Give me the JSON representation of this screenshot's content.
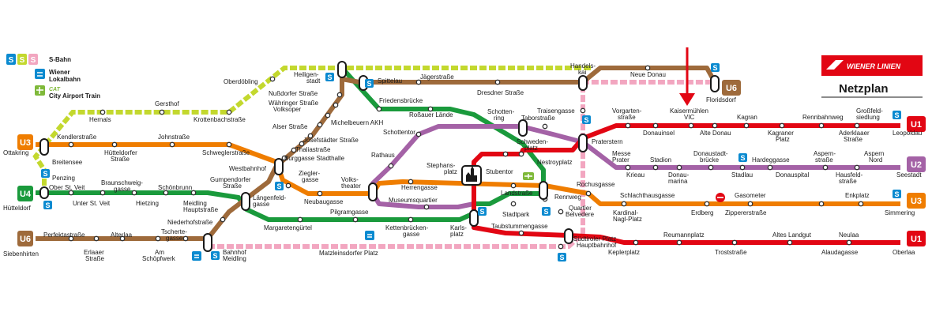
{
  "colors": {
    "u1": "#e20613",
    "u2": "#a462a6",
    "u3": "#ef7d00",
    "u4": "#1a9a3c",
    "u6": "#9e6a3b",
    "s45": "#c3d82e",
    "airport": "#f2a6c0",
    "sbahn": "#0a8ad0",
    "brand": "#e20613",
    "arrow": "#e20613"
  },
  "brand": {
    "name": "WIENER LINIEN",
    "subtitle": "Netzplan"
  },
  "legend": {
    "sbahn": "S-Bahn",
    "lokalbahn_1": "Wiener",
    "lokalbahn_2": "Lokalbahn",
    "cat_logo": "CAT",
    "cat": "City Airport Train"
  },
  "badges": {
    "u3_west": "U3",
    "u4_west": "U4",
    "u6_west": "U6",
    "u6_east": "U6",
    "u1_north": "U1",
    "u2_east": "U2",
    "u3_east": "U3",
    "u1_south": "U1"
  },
  "stations": {
    "ottakring": "Ottakring",
    "huetteldorf": "Hütteldorf",
    "siebenhirten": "Siebenhirten",
    "kendlerstrasse": "Kendlerstraße",
    "huetteldorferstrasse_1": "Hütteldorfer",
    "huetteldorferstrasse_2": "Straße",
    "johnstrasse": "Johnstraße",
    "schweglerstrasse": "Schweglerstraße",
    "westbahnhof": "Westbahnhof",
    "zieglergasse_1": "Ziegler-",
    "zieglergasse_2": "gasse",
    "neubaugasse": "Neubaugasse",
    "volkstheater_1": "Volks-",
    "volkstheater_2": "theater",
    "herrengasse": "Herrengasse",
    "stephansplatz_1": "Stephans-",
    "stephansplatz_2": "platz",
    "landstrasse": "Landstraße",
    "rochusgasse": "Rochusgasse",
    "kardinal_1": "Kardinal-",
    "kardinal_2": "Nagl-Platz",
    "schlachthausgasse": "Schlachthausgasse",
    "erdberg": "Erdberg",
    "gasometer": "Gasometer",
    "zippererstrasse": "Zippererstraße",
    "enkplatz": "Enkplatz",
    "simmering": "Simmering",
    "breitensee": "Breitensee",
    "penzing": "Penzing",
    "ober_st_veit": "Ober St. Veit",
    "unter_st_veit": "Unter St. Veit",
    "braunschweig_1": "Braunschweig-",
    "braunschweig_2": "gasse",
    "hietzing": "Hietzing",
    "schoenbrunn": "Schönbrunn",
    "meidling_hs_1": "Meidling",
    "meidling_hs_2": "Hauptstraße",
    "niederhof": "Niederhofstraße",
    "laengenfeld_1": "Längenfeld-",
    "laengenfeld_2": "gasse",
    "margareten": "Margaretengürtel",
    "pilgramgasse": "Pilgramgasse",
    "kettenbruecken_1": "Kettenbrücken-",
    "kettenbruecken_2": "gasse",
    "karlsplatz_1": "Karls-",
    "karlsplatz_2": "platz",
    "perfekta": "Perfektastraße",
    "erlaaer_1": "Erlaaer",
    "erlaaer_2": "Straße",
    "alterlaa": "Alterlaa",
    "am_schoepf_1": "Am",
    "am_schoepf_2": "Schöpfwerk",
    "tscherte_1": "Tscherte-",
    "tscherte_2": "gasse",
    "bf_meidling_1": "Bahnhof",
    "bf_meidling_2": "Meidling",
    "gumpendorfer_1": "Gumpendorfer",
    "gumpendorfer_2": "Straße",
    "burggasse": "Burggasse Stadthalle",
    "thaliastrasse": "Thaliastraße",
    "josefstaedter": "Josefstädter Straße",
    "alser": "Alser Straße",
    "michelbeuern": "Michelbeuern AKH",
    "waehringer_1": "Währinger Straße",
    "waehringer_2": "Volksoper",
    "nussdorfer": "Nußdorfer Straße",
    "heiligenstadt_1": "Heiligen-",
    "heiligenstadt_2": "stadt",
    "spittelau": "Spittelau",
    "jaegerstrasse": "Jägerstraße",
    "dresdner": "Dresdner Straße",
    "handelskai_1": "Handels-",
    "handelskai_2": "kai",
    "neue_donau": "Neue Donau",
    "floridsdorf": "Floridsdorf",
    "friedensbruecke": "Friedensbrücke",
    "rossauer": "Roßauer Lände",
    "schottenring_1": "Schotten-",
    "schottenring_2": "ring",
    "schottentor": "Schottentor",
    "taborstrasse": "Taborstraße",
    "traisengasse": "Traisengasse",
    "schwedenplatz_1": "Schweden-",
    "schwedenplatz_2": "platz",
    "nestroyplatz": "Nestroyplatz",
    "praterstern": "Praterstern",
    "rathaus": "Rathaus",
    "museumsquartier": "Museumsquartier",
    "stubentor": "Stubentor",
    "stadtpark": "Stadtpark",
    "taubstummen": "Taubstummengasse",
    "suedtiroler_1": "Südtiroler Platz",
    "suedtiroler_2": "Hauptbahnhof",
    "matzleinsdorf": "Matzleinsdorfer Platz",
    "rennweg": "Rennweg",
    "quartier_1": "Quartier",
    "quartier_2": "Belvedere",
    "keplerplatz": "Keplerplatz",
    "reumannplatz": "Reumannplatz",
    "troststrasse": "Troststraße",
    "altes_landgut": "Altes Landgut",
    "alaudagasse": "Alaudagasse",
    "neulaa": "Neulaa",
    "oberlaa": "Oberlaa",
    "oberdoebling": "Oberdöbling",
    "gersthof": "Gersthof",
    "hernals": "Hernals",
    "krottenbach": "Krottenbachstraße",
    "vorgarten_1": "Vorgarten-",
    "vorgarten_2": "straße",
    "donauinsel": "Donauinsel",
    "kaisermuehlen_1": "Kaisermühlen",
    "kaisermuehlen_2": "VIC",
    "alte_donau": "Alte Donau",
    "kagran": "Kagran",
    "kagraner_1": "Kagraner",
    "kagraner_2": "Platz",
    "rennbahnweg": "Rennbahnweg",
    "aderklaaer_1": "Aderklaaer",
    "aderklaaer_2": "Straße",
    "grossfeld_1": "Großfeld-",
    "grossfeld_2": "siedlung",
    "leopoldau": "Leopoldau",
    "messe_1": "Messe",
    "messe_2": "Prater",
    "krieau": "Krieau",
    "stadion": "Stadion",
    "donaumarina_1": "Donau-",
    "donaumarina_2": "marina",
    "donaustadt_1": "Donaustadt-",
    "donaustadt_2": "brücke",
    "stadlau": "Stadlau",
    "hardegg": "Hardeggasse",
    "donauspital": "Donauspital",
    "aspernstr_1": "Aspern-",
    "aspernstr_2": "straße",
    "hausfeld_1": "Hausfeld-",
    "hausfeld_2": "straße",
    "aspern_nord_1": "Aspern",
    "aspern_nord_2": "Nord",
    "seestadt": "Seestadt"
  }
}
